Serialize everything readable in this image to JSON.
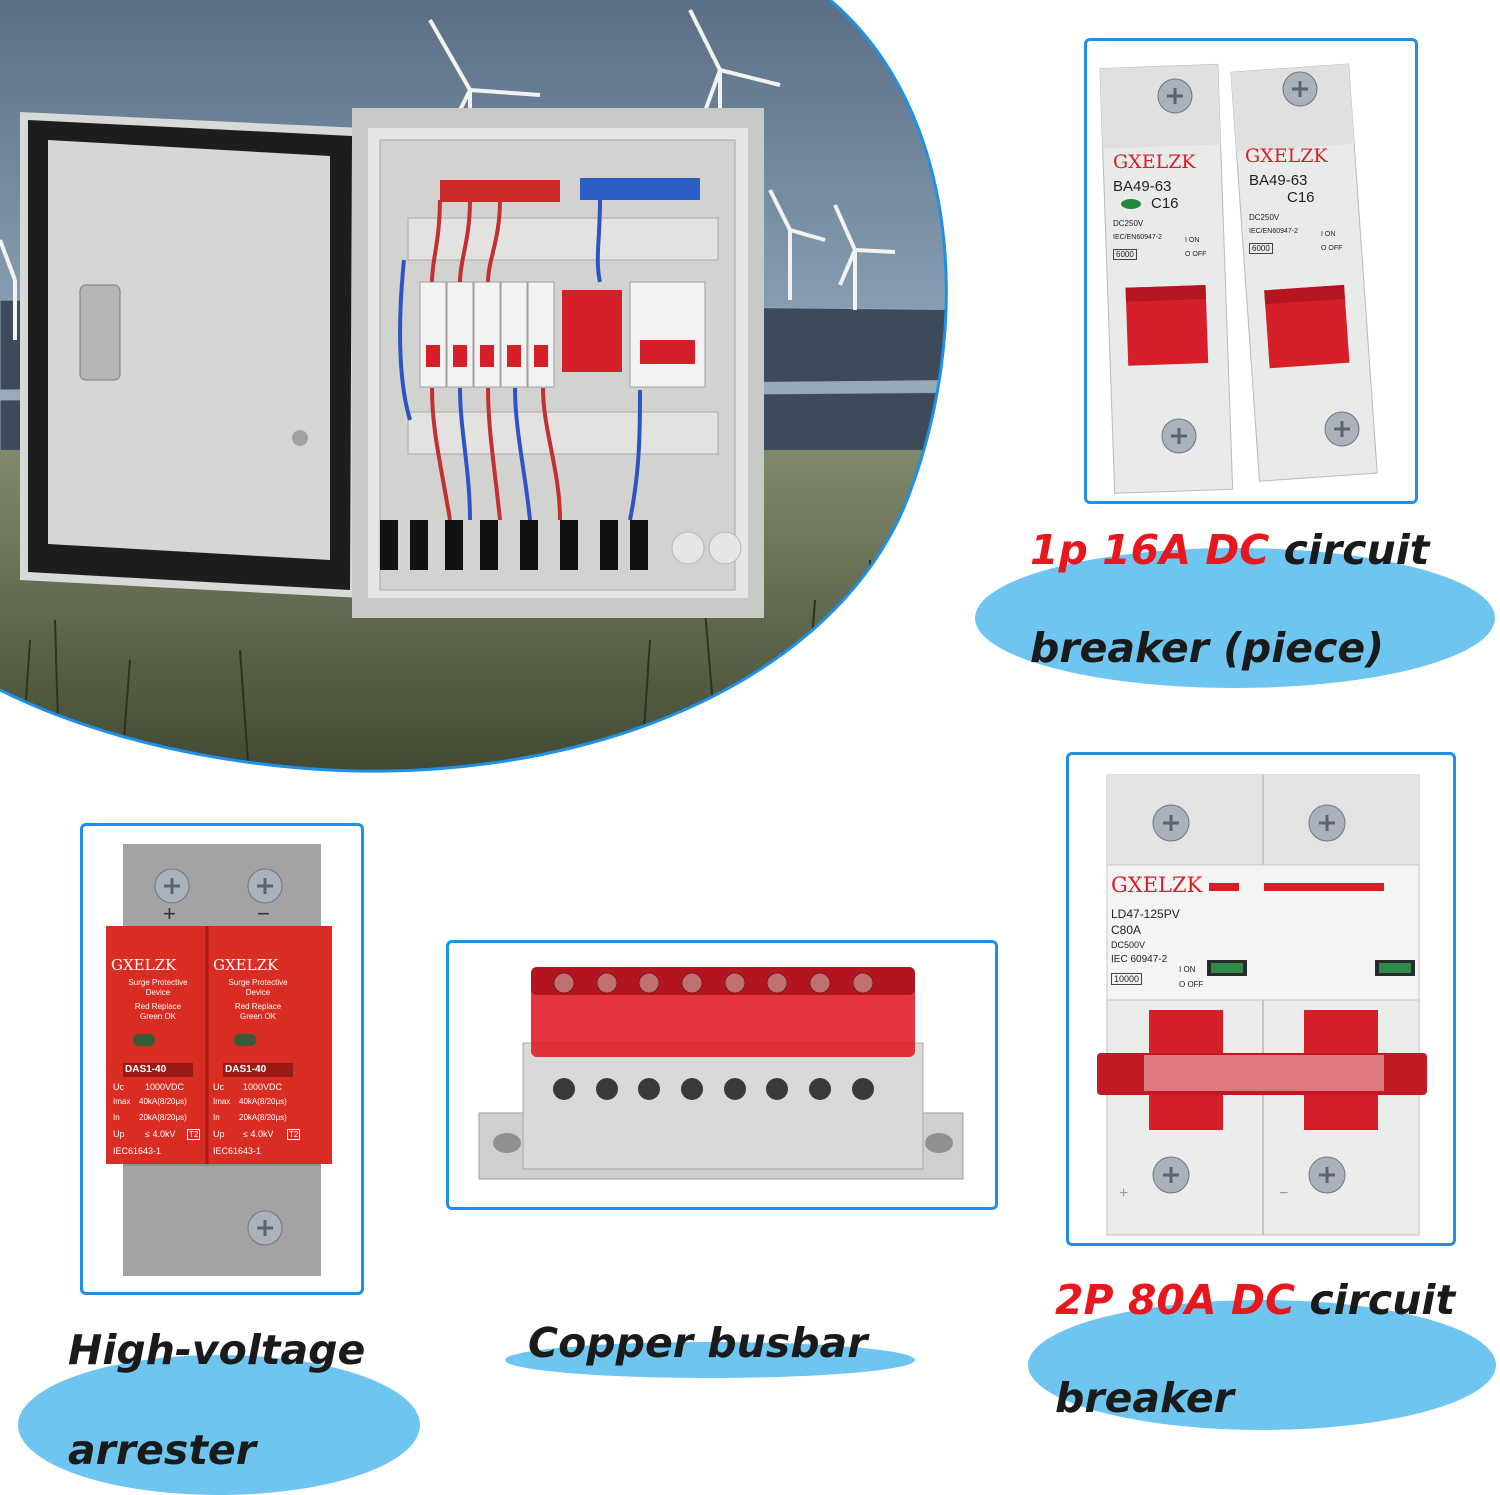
{
  "product": {
    "brand": "GXELZK"
  },
  "breaker_1p": {
    "model": "BA49-63",
    "rating": "C16",
    "voltage": "DC250V",
    "standard": "IEC/EN60947-2",
    "capacity": "6000",
    "on": "I ON",
    "off": "O OFF",
    "caption_red": "1p 16A DC",
    "caption_black_1": "circuit",
    "caption_black_2": "breaker (piece)"
  },
  "breaker_2p": {
    "model": "LD47-125PV",
    "rating": "C80A",
    "voltage": "DC500V",
    "standard": "IEC 60947-2",
    "capacity": "10000",
    "on": "I ON",
    "off": "O OFF",
    "plus": "+",
    "minus": "−",
    "caption_red": "2P 80A DC",
    "caption_black_1": "circuit",
    "caption_black_2": "breaker"
  },
  "arrester": {
    "device_line1": "Surge Protective",
    "device_line2": "Device",
    "indicator_line1": "Red Replace",
    "indicator_line2": "Green OK",
    "model": "DAS1-40",
    "uc_label": "Uc",
    "uc_value": "1000VDC",
    "imax_label": "Imax",
    "imax_value": "40kA(8/20μs)",
    "in_label": "In",
    "in_value": "20kA(8/20μs)",
    "up_label": "Up",
    "up_value": "≤ 4.0kV",
    "class": "T2",
    "standard": "IEC61643-1",
    "plus": "+",
    "minus": "−",
    "caption_1": "High-voltage",
    "caption_2": "arrester"
  },
  "busbar": {
    "caption": "Copper busbar"
  },
  "colors": {
    "accent_border": "#1e90e8",
    "caption_blob": "#6ec6f0",
    "caption_red": "#e8161d",
    "breaker_red": "#d71f2a"
  }
}
